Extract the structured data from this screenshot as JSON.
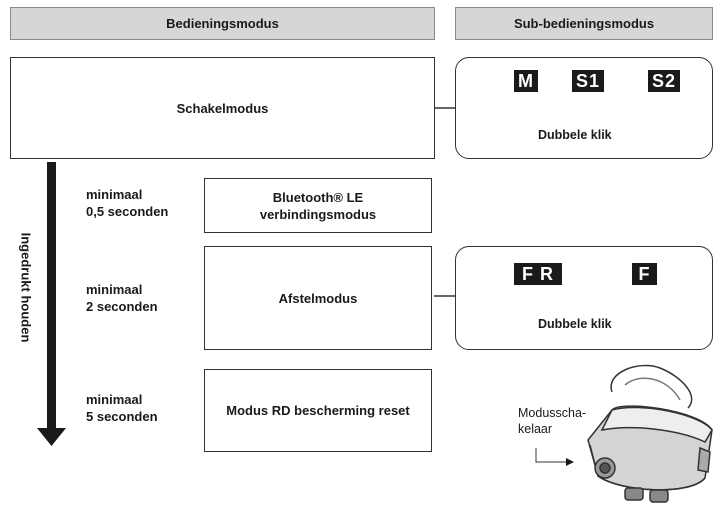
{
  "headers": {
    "main": "Bedieningsmodus",
    "sub": "Sub-bedieningsmodus"
  },
  "modes": {
    "schakel": "Schakelmodus",
    "bluetooth_line1": "Bluetooth® LE",
    "bluetooth_line2": "verbindingsmodus",
    "afstel": "Afstelmodus",
    "reset": "Modus RD bescherming reset"
  },
  "hold_label": "Ingedrukt houden",
  "times": [
    {
      "line1": "minimaal",
      "line2": "0,5 seconden"
    },
    {
      "line1": "minimaal",
      "line2": "2 seconden"
    },
    {
      "line1": "minimaal",
      "line2": "5 seconden"
    }
  ],
  "sub_schakel": {
    "steps": [
      "M",
      "S1",
      "S2"
    ],
    "legend": "Dubbele klik"
  },
  "sub_afstel": {
    "steps": [
      "F R",
      "F"
    ],
    "legend": "Dubbele klik"
  },
  "switch_caption": {
    "line1": "Modusscha-",
    "line2": "kelaar"
  }
}
